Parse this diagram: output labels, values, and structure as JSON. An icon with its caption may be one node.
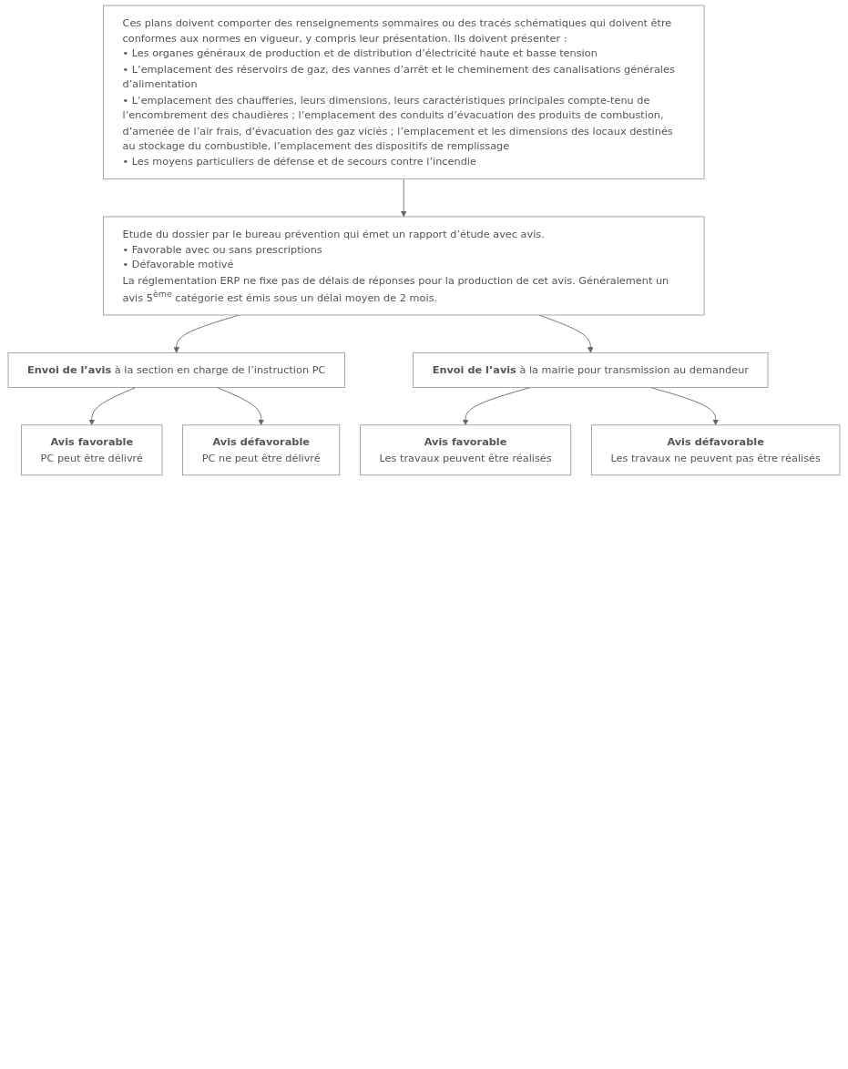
{
  "diagram": {
    "nodes": [
      {
        "text": [
          "Ces plans doivent comporter des renseignements sommaires ou des tracés schématiques qui doivent être conformes aux normes en vigueur, y compris leur présentation. Ils doivent présenter :",
          "• Les organes généraux de production et de distribution d’électricité haute et basse tension",
          "• L’emplacement des réservoirs de gaz, des vannes d’arrêt et le cheminement des canalisations générales d’alimentation",
          "• L’emplacement des chaufferies, leurs dimensions, leurs caractéristiques principales compte-tenu de l’encombrement des chaudières ; l’emplacement des conduits d’évacuation des produits de combustion, d’amenée de l’air frais, d’évacuation des gaz viciés ; l’emplacement et les dimensions des locaux destinés au stockage du combustible, l’emplacement des dispositifs de remplissage",
          "• Les moyens particuliers de défense et de secours contre l’incendie"
        ]
      },
      {
        "text": [
          "Etude du dossier par le bureau prévention qui émet un rapport d’étude avec avis.",
          "• Favorable avec ou sans prescriptions",
          "• Défavorable motivé",
          "La réglementation ERP ne fixe pas de délais de réponses pour la production de cet avis. Généralement un avis 5$^{ème}$ catégorie est émis sous un délai moyen de 2 mois."
        ]
      },
      {
        "text": [
          "**Envoi de l’avis** à la section en charge de l’instruction PC"
        ]
      },
      {
        "text": [
          "**Envoi de l’avis** à la mairie pour transmission au demandeur"
        ]
      },
      {
        "text": [
          "Avis favorable",
          "PC peut être délivré"
        ]
      },
      {
        "text": [
          "Avis défavorable",
          "PC ne peut être délivré"
        ]
      },
      {
        "text": [
          "Avis favorable",
          "Les travaux peuvent être réalisés"
        ]
      },
      {
        "text": [
          "Avis défavorable",
          "Les travaux ne peuvent pas être réalisés"
        ]
      }
    ],
    "edges": [
      {
        "from": 0,
        "to": 1,
        "arrow": "to"
      },
      {
        "from": 1,
        "to": 2,
        "arrow": "to"
      },
      {
        "from": 1,
        "to": 3,
        "arrow": "to"
      },
      {
        "from": 2,
        "to": 4,
        "arrow": "to"
      },
      {
        "from": 2,
        "to": 5,
        "arrow": "to"
      },
      {
        "from": 3,
        "to": 6,
        "arrow": "to"
      },
      {
        "from": 3,
        "to": 7,
        "arrow": "to"
      }
    ]
  }
}
